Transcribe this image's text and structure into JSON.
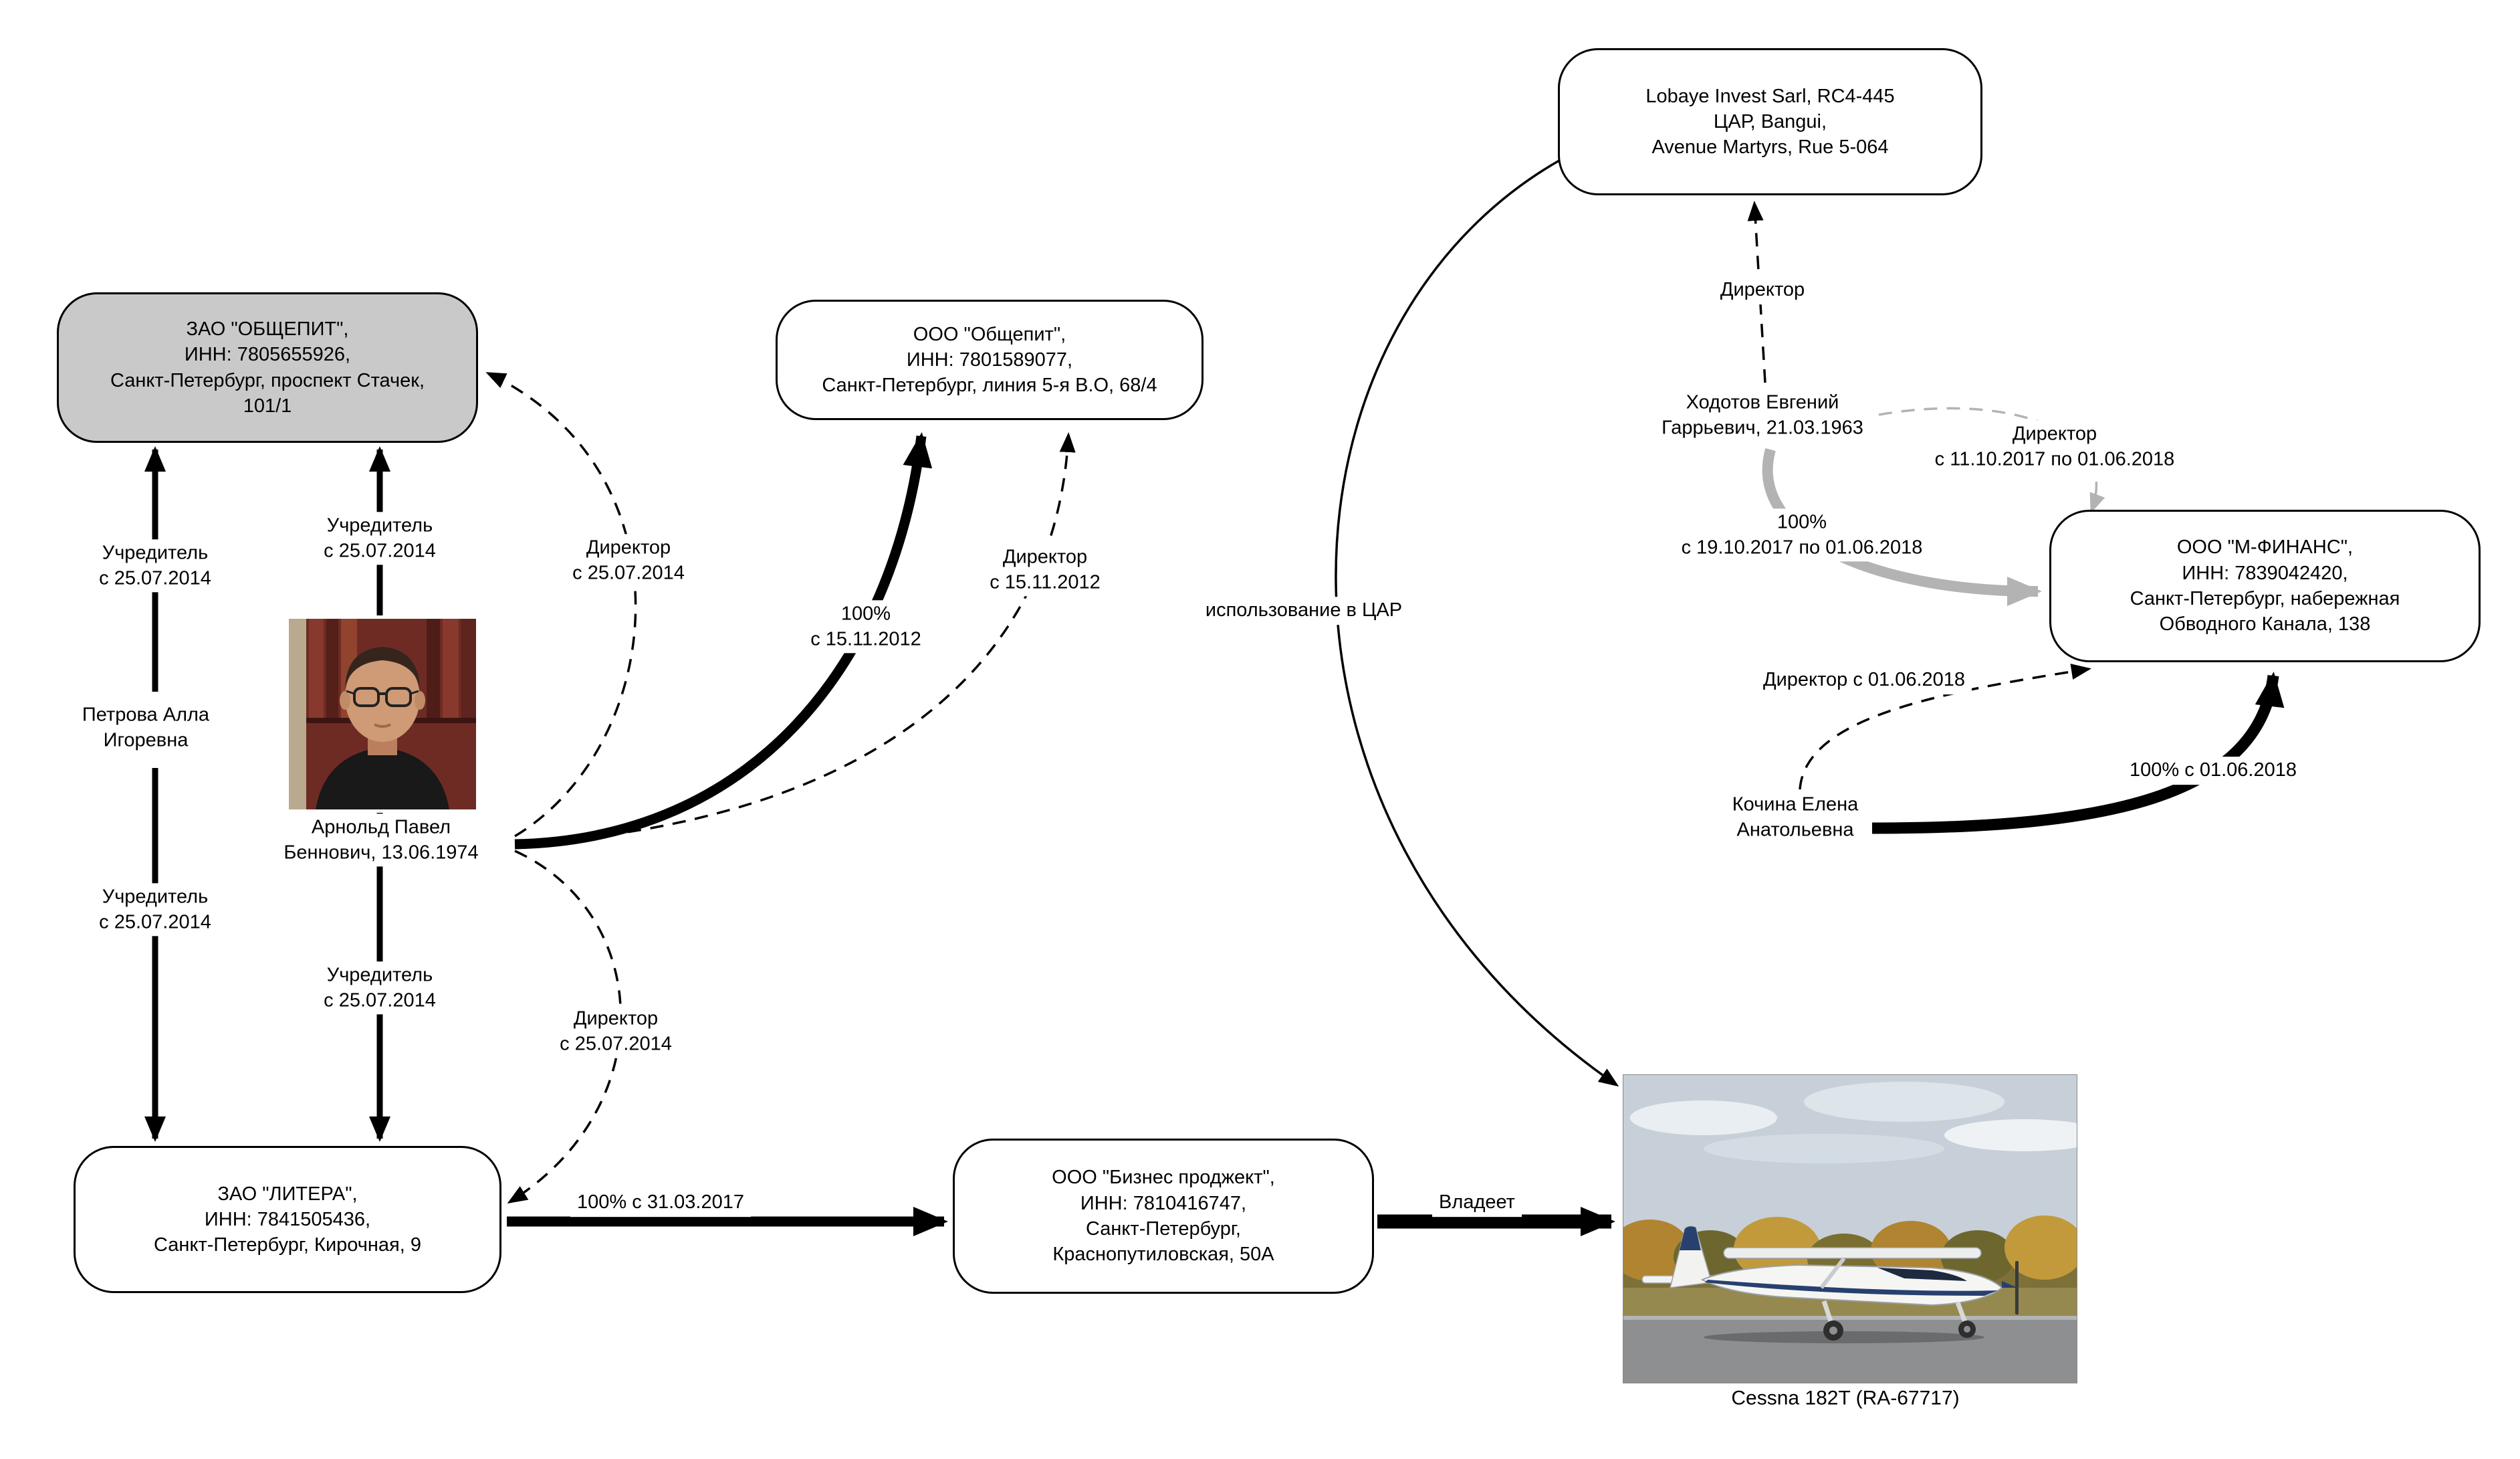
{
  "nodes": {
    "lobaye": {
      "label": "Lobaye Invest Sarl, RC4-445\nЦАР, Bangui,\nAvenue Martyrs, Rue 5-064"
    },
    "zao_obshchepit": {
      "label": "ЗАО \"ОБЩЕПИТ\",\nИНН: 7805655926,\nСанкт-Петербург, проспект Стачек,\n101/1"
    },
    "ooo_obshchepit": {
      "label": "ООО \"Общепит\",\nИНН: 7801589077,\nСанкт-Петербург, линия 5-я В.О, 68/4"
    },
    "m_finans": {
      "label": "ООО \"М-ФИНАНС\",\nИНН: 7839042420,\nСанкт-Петербург, набережная\nОбводного Канала, 138"
    },
    "zao_litera": {
      "label": "ЗАО \"ЛИТЕРА\",\nИНН: 7841505436,\nСанкт-Петербург, Кирочная, 9"
    },
    "biznes_prodzhekt": {
      "label": "ООО \"Бизнес проджект\",\nИНН: 7810416747,\nСанкт-Петербург,\nКраснопутиловская, 50А"
    }
  },
  "persons": {
    "petrova": "Петрова Алла\nИгоревна",
    "arnold": "Арнольд Павел\nБеннович, 13.06.1974",
    "khodotov": "Ходотов Евгений\nГаррьевич, 21.03.1963",
    "kochina": "Кочина Елена\nАнатольевна"
  },
  "edges": {
    "founder_petrova_obshchepit": "Учредитель\nс 25.07.2014",
    "founder_arnold_obshchepit": "Учредитель\nс 25.07.2014",
    "director_arnold_obshchepit": "Директор\nс 25.07.2014",
    "share_arnold_ooo_obshchepit": "100%\nс 15.11.2012",
    "director_arnold_ooo_obshchepit": "Директор\nс 15.11.2012",
    "founder_petrova_litera": "Учредитель\nс 25.07.2014",
    "founder_arnold_litera": "Учредитель\nс 25.07.2014",
    "director_arnold_litera": "Директор\nс 25.07.2014",
    "usage_car": "использование в ЦАР",
    "director_khodotov_lobaye": "Директор",
    "director_khodotov_mfinans": "Директор\nс 11.10.2017 по 01.06.2018",
    "share_khodotov_mfinans": "100%\nс 19.10.2017 по 01.06.2018",
    "director_kochina_mfinans": "Директор с 01.06.2018",
    "share_kochina_mfinans": "100% с 01.06.2018",
    "share_litera_biznes": "100% с 31.03.2017",
    "owns": "Владеет"
  },
  "captions": {
    "cessna": "Cessna 182T (RA-67717)"
  },
  "colors": {
    "background": "#ffffff",
    "node_border": "#000000",
    "node_fill": "#ffffff",
    "highlight_node_fill": "#c9c9c9",
    "edge_black": "#000000",
    "edge_gray": "#b3b3b3"
  }
}
